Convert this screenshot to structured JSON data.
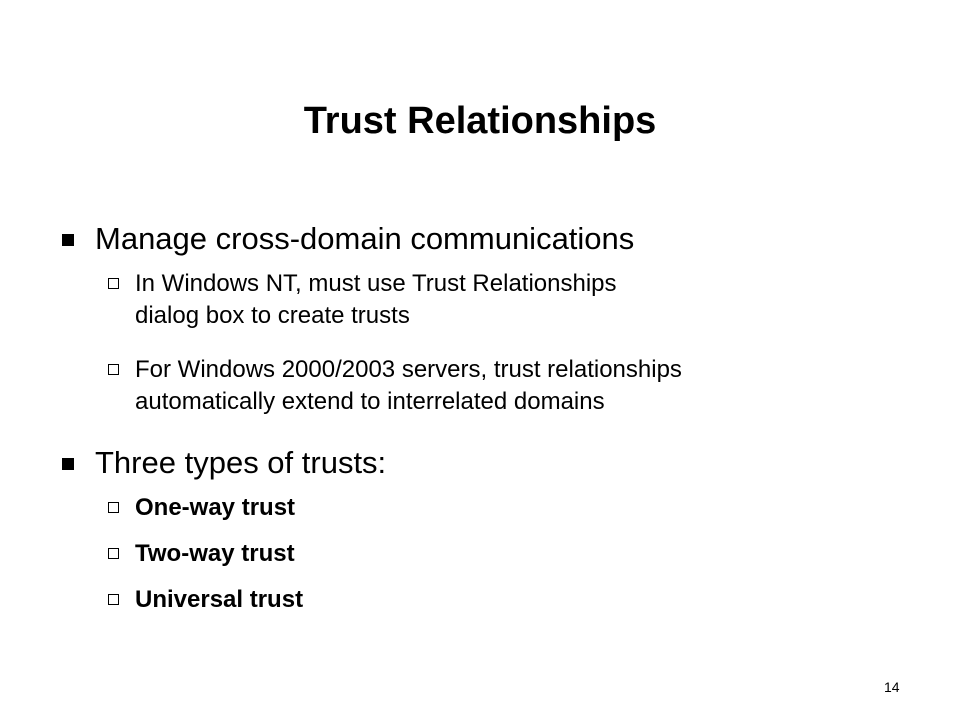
{
  "slide": {
    "title": "Trust Relationships",
    "bullets": [
      {
        "text": "Manage cross-domain communications",
        "sub": [
          {
            "lines": [
              "In Windows NT, must use Trust Relationships",
              "dialog box to create trusts"
            ]
          },
          {
            "lines": [
              "For Windows 2000/2003 servers, trust relationships",
              "automatically extend to interrelated domains"
            ]
          }
        ]
      },
      {
        "text": "Three types of trusts:",
        "sub": [
          {
            "lines": [
              "One-way trust"
            ]
          },
          {
            "lines": [
              "Two-way trust"
            ]
          },
          {
            "lines": [
              "Universal trust"
            ]
          }
        ]
      }
    ],
    "page_number": "14"
  }
}
